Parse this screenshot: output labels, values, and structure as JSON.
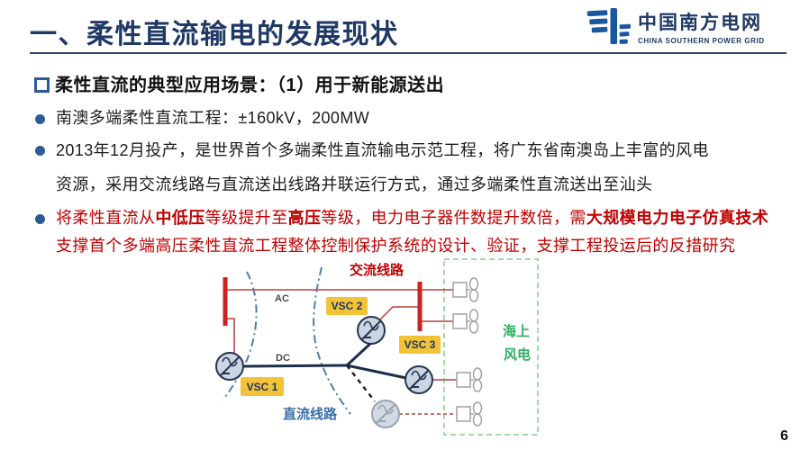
{
  "header": {
    "title": "一、柔性直流输电的发展现状",
    "logo_cn": "中国南方电网",
    "logo_en": "CHINA SOUTHERN POWER GRID"
  },
  "body": {
    "heading": "柔性直流的典型应用场景：（1）用于新能源送出",
    "bullets": [
      {
        "lines": [
          "南澳多端柔性直流工程：±160kV，200MW"
        ]
      },
      {
        "lines": [
          "2013年12月投产，是世界首个多端柔性直流输电示范工程，将广东省南澳岛上丰富的风电",
          "资源，采用交流线路与直流送出线路并联运行方式，通过多端柔性直流送出至汕头"
        ]
      },
      {
        "rich": [
          [
            {
              "text": "将柔性直流从",
              "bold": false
            },
            {
              "text": "中低压",
              "bold": true
            },
            {
              "text": "等级提升至",
              "bold": false
            },
            {
              "text": "高压",
              "bold": true
            },
            {
              "text": "等级，电力电子器件数提升数倍，需",
              "bold": false
            },
            {
              "text": "大规模电力电子仿真技术",
              "bold": true
            }
          ],
          [
            {
              "text": "支撑首个多端高压柔性直流工程整体控制保护系统的设计、验证，支撑工程投运后的反措研究",
              "bold": false
            }
          ]
        ]
      }
    ]
  },
  "diagram": {
    "ac_line_label": "交流线路",
    "dc_line_label": "直流线路",
    "ac_label": "AC",
    "dc_label": "DC",
    "vsc1_label": "VSC 1",
    "vsc2_label": "VSC 2",
    "vsc3_label": "VSC 3",
    "offshore_line1": "海上",
    "offshore_line2": "风电"
  },
  "footer": {
    "page_number": "6"
  },
  "colors": {
    "title_navy": "#1F3864",
    "body_red": "#C00000",
    "bullet_blue": "#2E5B97",
    "vsc_label_bg": "#F2C237",
    "busbar_red": "#CC2222",
    "dc_navy": "#1C2E4A",
    "offshore_green": "#2FAF64",
    "green_box_border": "#A5D9A5",
    "partition_blue": "#4A80AA"
  }
}
